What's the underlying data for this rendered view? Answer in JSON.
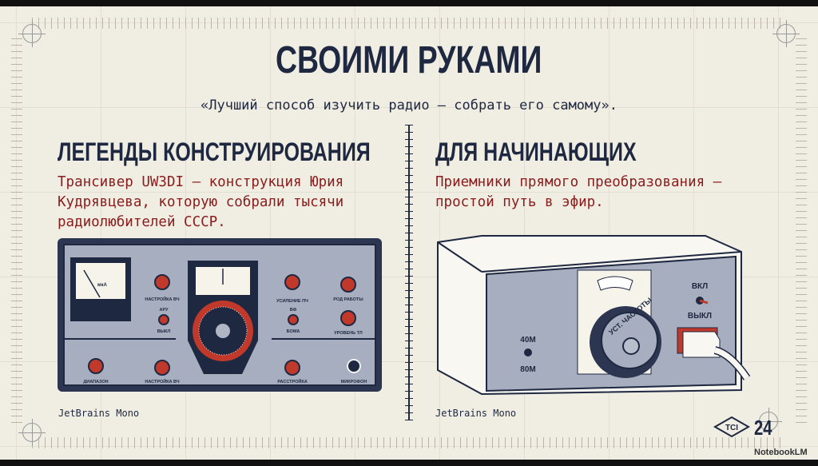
{
  "title": "СВОИМИ РУКАМИ",
  "quote": "«Лучший способ изучить радио — собрать его самому».",
  "left": {
    "heading": "ЛЕГЕНДЫ КОНСТРУИРОВАНИЯ",
    "lines": [
      "Трансивер UW3DI — конструкция Юрия",
      "Кудрявцева, которую собрали тысячи",
      "радиолюбителей СССР."
    ],
    "font_label": "JetBrains Mono",
    "panel_labels": {
      "rf_tune": "НАСТРОЙКА ВЧ",
      "agc": "АРУ",
      "off": "ВЫКЛ",
      "if_gain": "УСИЛЕНИЕ ПЧ",
      "vf": "ВФ",
      "vox": "БОМА",
      "mode": "РОД РАБОТЫ",
      "tl_level": "УРОВЕНЬ ТЛ",
      "band": "ДИАПАЗОН",
      "rf_tune2": "НАСТРОЙКА ВЧ",
      "detune": "РАССТРОЙКА",
      "mic": "МИКРОФОН",
      "meter_unit": "мкА"
    }
  },
  "right": {
    "heading": "ДЛЯ НАЧИНАЮЩИХ",
    "lines": [
      "Приемники прямого преобразования —",
      "простой путь в эфир."
    ],
    "font_label": "JetBrains Mono",
    "panel_labels": {
      "band_top": "40M",
      "band_bottom": "80M",
      "on": "ВКЛ",
      "off": "ВЫКЛ",
      "knob": "УСТ. ЧАСТОТЫ"
    }
  },
  "footer": {
    "logo": "TCI",
    "page": "24",
    "watermark": "NotebookLM"
  }
}
